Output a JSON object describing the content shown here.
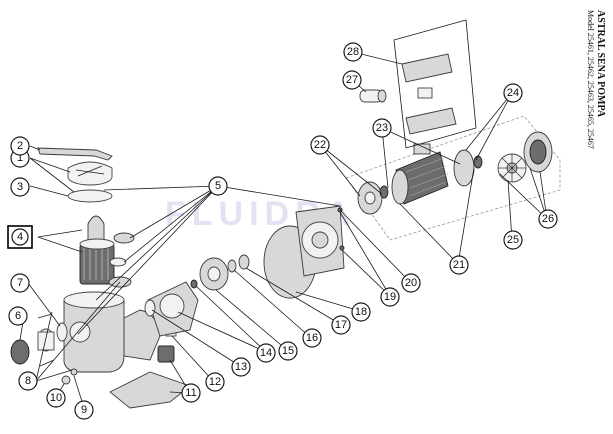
{
  "header": {
    "brand_title": "ASTRAL SENA POMPA",
    "models": "Model 25461, 25462, 25463, 25465, 25467"
  },
  "watermark": "FLUIDRA",
  "callouts": [
    "1",
    "2",
    "3",
    "4",
    "5",
    "6",
    "7",
    "8",
    "9",
    "10",
    "11",
    "12",
    "13",
    "14",
    "15",
    "16",
    "17",
    "18",
    "19",
    "20",
    "21",
    "22",
    "23",
    "24",
    "25",
    "26",
    "27",
    "28"
  ],
  "highlighted_callout": "4"
}
